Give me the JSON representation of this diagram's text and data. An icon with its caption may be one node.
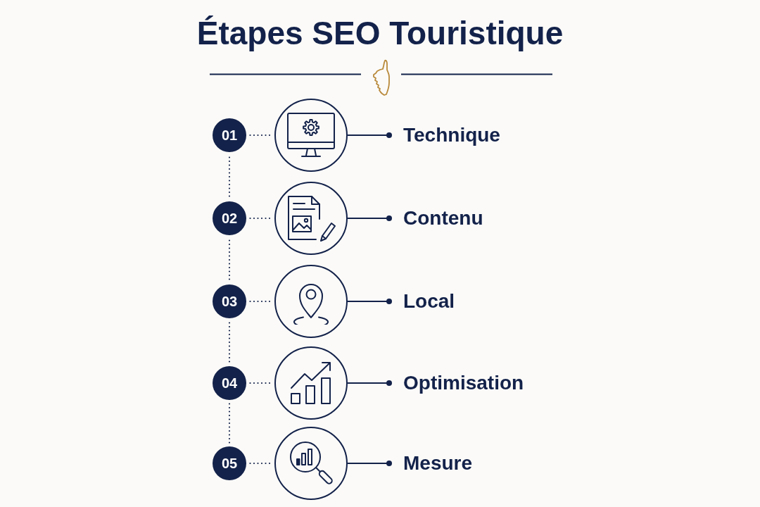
{
  "diagram": {
    "title": "Étapes SEO Touristique",
    "nodes": [
      {
        "text": [
          "01"
        ]
      },
      {
        "text": [],
        "shape": "circle"
      },
      {
        "text": [
          "Technique"
        ]
      },
      {
        "text": [
          "02"
        ]
      },
      {
        "text": [],
        "shape": "circle"
      },
      {
        "text": [
          "Contenu"
        ]
      },
      {
        "text": [
          "03"
        ]
      },
      {
        "text": [],
        "shape": "circle"
      },
      {
        "text": [
          "Local"
        ]
      },
      {
        "text": [
          "04"
        ]
      },
      {
        "text": [],
        "shape": "circle"
      },
      {
        "text": [
          "Optimisation"
        ]
      },
      {
        "text": [
          "05"
        ]
      },
      {
        "text": [],
        "shape": "circle"
      },
      {
        "text": [
          "Mesure"
        ]
      }
    ],
    "edges": [
      {
        "from": 0,
        "to": 1,
        "arrow": "none",
        "style": "dashed"
      },
      {
        "from": 1,
        "to": 2,
        "arrow": "other"
      },
      {
        "from": 0,
        "to": 3,
        "arrow": "none",
        "style": "dashed"
      },
      {
        "from": 3,
        "to": 4,
        "arrow": "none",
        "style": "dashed"
      },
      {
        "from": 4,
        "to": 5,
        "arrow": "other"
      },
      {
        "from": 3,
        "to": 6,
        "arrow": "none",
        "style": "dashed"
      },
      {
        "from": 6,
        "to": 7,
        "arrow": "none",
        "style": "dashed"
      },
      {
        "from": 7,
        "to": 8,
        "arrow": "other"
      },
      {
        "from": 6,
        "to": 9,
        "arrow": "none",
        "style": "dashed"
      },
      {
        "from": 9,
        "to": 10,
        "arrow": "none",
        "style": "dashed"
      },
      {
        "from": 10,
        "to": 11,
        "arrow": "other"
      },
      {
        "from": 9,
        "to": 12,
        "arrow": "none",
        "style": "dashed"
      },
      {
        "from": 12,
        "to": 13,
        "arrow": "none",
        "style": "dashed"
      },
      {
        "from": 13,
        "to": 14,
        "arrow": "other"
      }
    ]
  }
}
